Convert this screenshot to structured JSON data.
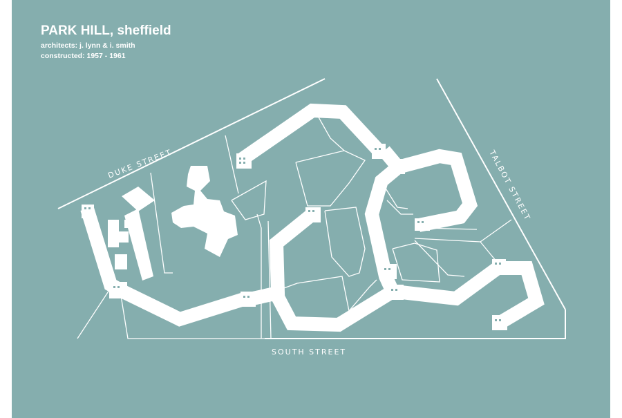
{
  "title": "PARK HILL, sheffield",
  "architects": "architects: j. lynn & i. smith",
  "constructed": "constructed: 1957 - 1961",
  "streets": {
    "duke": "DUKE STREET",
    "talbot": "TALBOT STREET",
    "south": "SOUTH STREET"
  },
  "colors": {
    "background": "#85aeae",
    "ink": "#ffffff"
  }
}
